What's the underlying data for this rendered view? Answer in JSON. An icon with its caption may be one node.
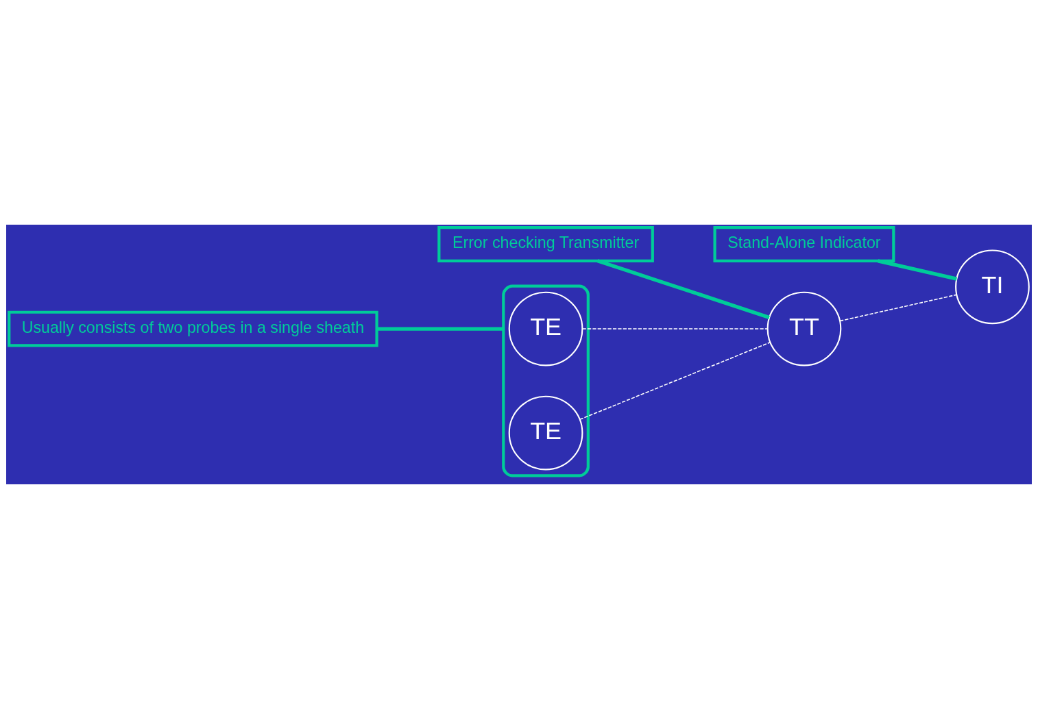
{
  "diagram": {
    "nodes": [
      {
        "text": [],
        "shape": "oval"
      },
      {
        "text": [
          "TE"
        ],
        "in": 0
      },
      {
        "text": [
          "TE"
        ],
        "in": 0
      },
      {
        "text": [
          "TT"
        ]
      },
      {
        "text": [
          "TI"
        ]
      },
      {
        "text": [
          "Usually consists of two probes in a single sheath"
        ]
      },
      {
        "text": [
          "Error checking Transmitter"
        ]
      },
      {
        "text": [
          "Stand-Alone Indicator"
        ]
      }
    ],
    "edges": [
      {
        "from": 1,
        "to": 3,
        "arrow": "none",
        "style": "dashed",
        "color": "#ffffff"
      },
      {
        "from": 2,
        "to": 3,
        "arrow": "none",
        "style": "dashed",
        "color": "#ffffff"
      },
      {
        "from": 3,
        "to": 4,
        "arrow": "none",
        "style": "dashed",
        "color": "#ffffff"
      },
      {
        "from": 5,
        "to": 0,
        "arrow": "none",
        "style": "thick",
        "color": "#00cc99"
      },
      {
        "from": 6,
        "to": 3,
        "arrow": "none",
        "style": "thick",
        "color": "#00cc99"
      },
      {
        "from": 7,
        "to": 4,
        "arrow": "none",
        "style": "thick",
        "color": "#00cc99"
      }
    ]
  }
}
